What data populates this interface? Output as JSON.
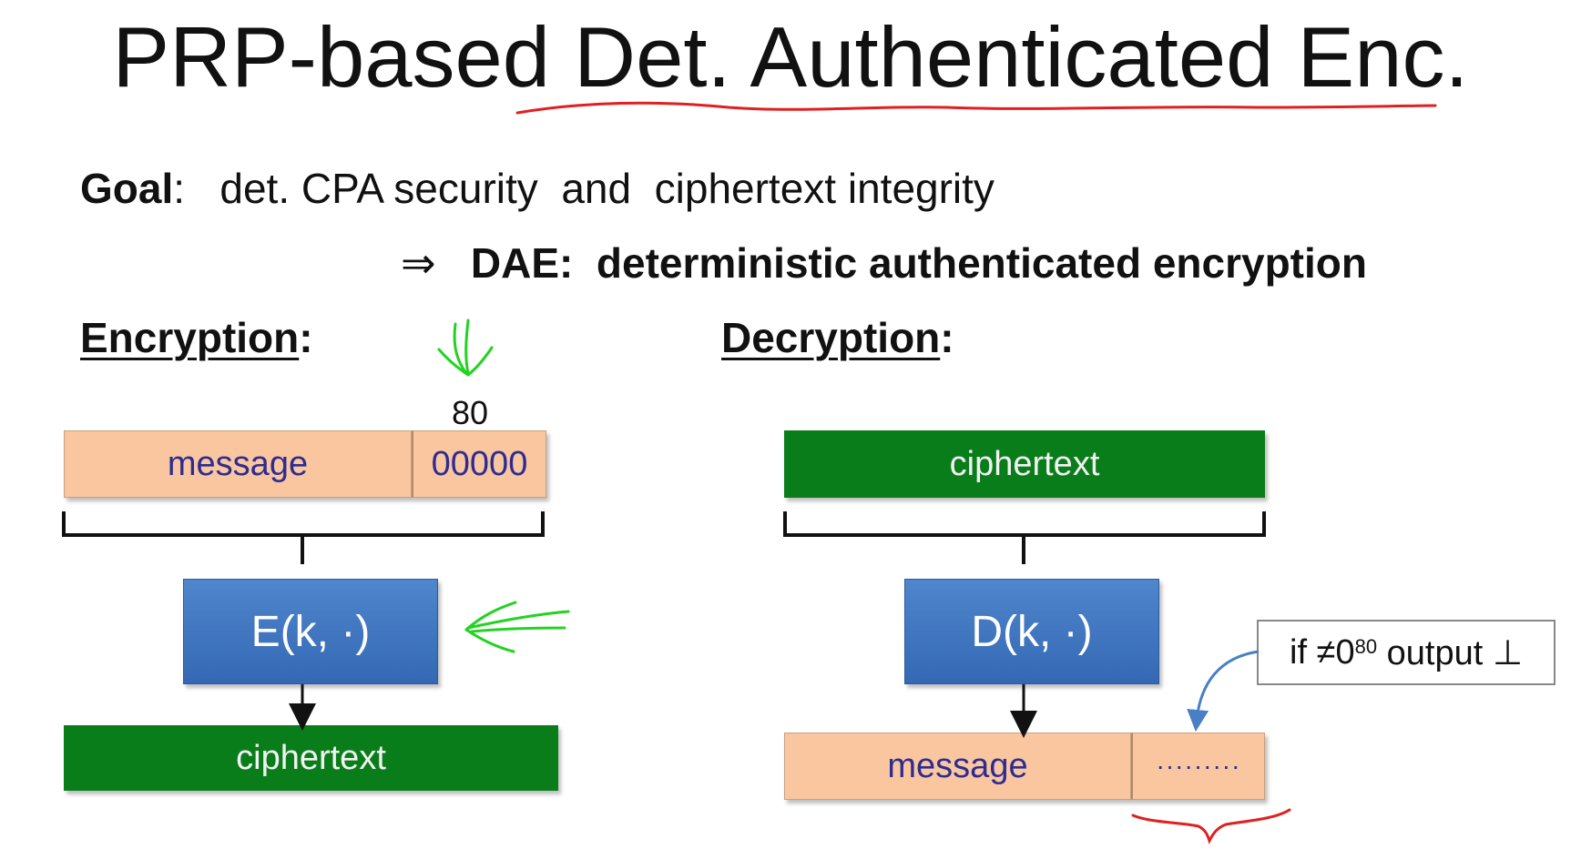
{
  "title": "PRP-based Det. Authenticated Enc.",
  "goal": {
    "label": "Goal",
    "text": "det. CPA security  and  ciphertext integrity"
  },
  "dae": {
    "arrow": "⇒",
    "label": "DAE:",
    "text": "deterministic authenticated encryption"
  },
  "encryption": {
    "heading": "Encryption",
    "annotation": "80",
    "message_label": "message",
    "pad_label": "00000",
    "function_label": "E(k, ·)",
    "output_label": "ciphertext"
  },
  "decryption": {
    "heading": "Decryption",
    "input_label": "ciphertext",
    "function_label": "D(k, ·)",
    "message_label": "message",
    "pad_label": "·········",
    "note": {
      "prefix": "if ≠0",
      "superscript": "80",
      "suffix": " output ⊥"
    }
  },
  "colors": {
    "message_box": "#f9c6a0",
    "ciphertext_box": "#0a7d1b",
    "function_box": "#3f76c0",
    "red_ink": "#e02020",
    "green_ink": "#22d322"
  }
}
